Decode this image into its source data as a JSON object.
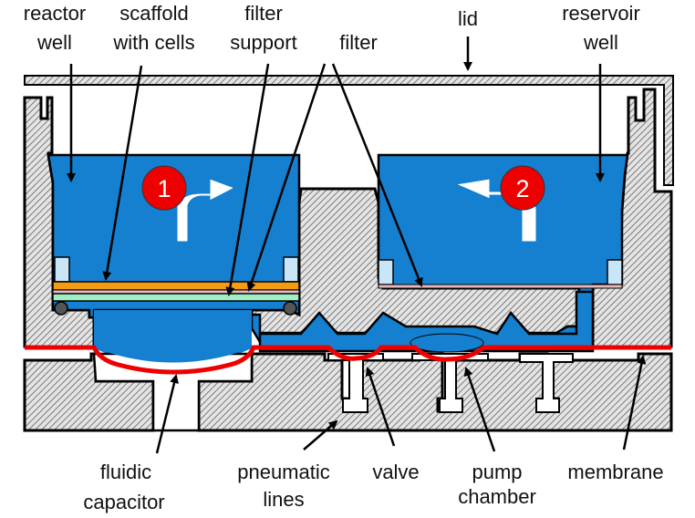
{
  "title": "Microfluidic bioreactor cross-section",
  "labels": {
    "reactor_well": [
      "reactor",
      "well"
    ],
    "scaffold": [
      "scaffold",
      "with cells"
    ],
    "filter_support": [
      "filter",
      "support"
    ],
    "filter": "filter",
    "lid": "lid",
    "reservoir_well": [
      "reservoir",
      "well"
    ],
    "fluidic_capacitor": [
      "fluidic",
      "capacitor"
    ],
    "pneumatic_lines": [
      "pneumatic",
      "lines"
    ],
    "valve": "valve",
    "pump_chamber": [
      "pump",
      "chamber"
    ],
    "membrane": "membrane"
  },
  "flow_markers": [
    {
      "number": "1",
      "direction": "right"
    },
    {
      "number": "2",
      "direction": "left"
    }
  ],
  "colors": {
    "fluid": "#1580cf",
    "membrane": "#ee0000",
    "scaffold": "#f39c12",
    "filter": "#e6b8b8",
    "filter_support": "#9ef0c4",
    "spacer": "#c8e6f8",
    "o_ring": "#555555",
    "marker": "#ee0000",
    "solid_hatch": "#a0a0a0"
  }
}
